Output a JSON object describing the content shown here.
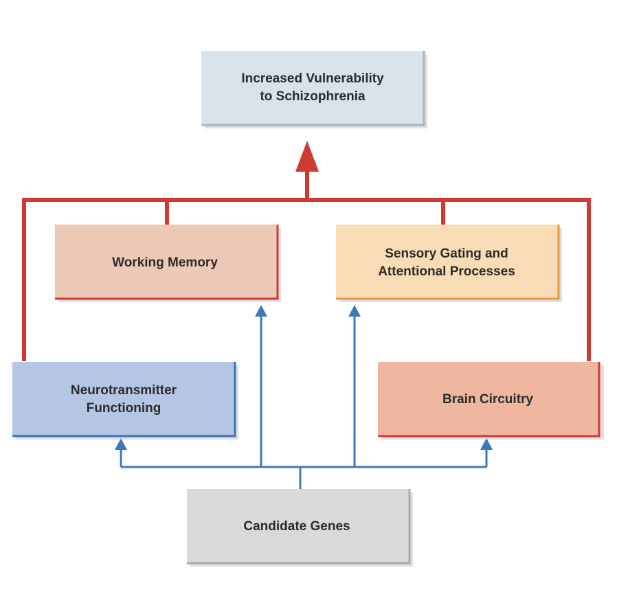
{
  "boxes": {
    "outcome": {
      "line1": "Increased Vulnerability",
      "line2": "to Schizophrenia"
    },
    "working_memory": {
      "label": "Working Memory"
    },
    "sensory_gating": {
      "line1": "Sensory Gating and",
      "line2": "Attentional Processes"
    },
    "neurotransmitter": {
      "line1": "Neurotransmitter",
      "line2": "Functioning"
    },
    "brain_circuitry": {
      "label": "Brain Circuitry"
    },
    "candidate_genes": {
      "label": "Candidate Genes"
    }
  },
  "colors": {
    "outcome_fill": "#d9e2e8",
    "outcome_edge": "#a9b4ba",
    "working_memory_fill": "#ecc9b6",
    "sensory_gating_fill": "#f8dcb6",
    "sensory_gating_edge": "#e89a3a",
    "neurotransmitter_fill": "#b4c6e4",
    "neurotransmitter_edge": "#3a73b5",
    "brain_circuitry_fill": "#efb6a0",
    "candidate_genes_fill": "#d8d9db",
    "candidate_genes_edge": "#a9aaac",
    "red_line": "#cf3a35",
    "blue_line": "#3c79b8",
    "shadow": "#c9c9c9"
  }
}
